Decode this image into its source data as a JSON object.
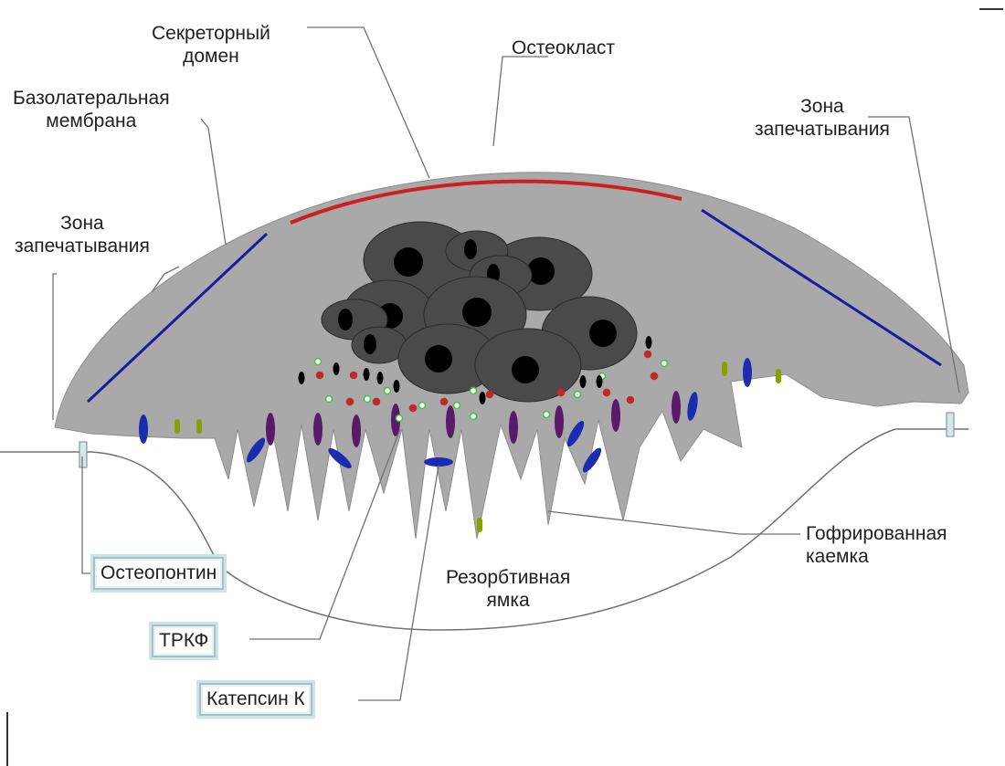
{
  "labels": {
    "secretory_domain": "Секреторный\nдомен",
    "osteoclast": "Остеокласт",
    "basolateral_membrane": "Базолатеральная\nмембрана",
    "sealing_zone_left": "Зона\nзапечатывания",
    "sealing_zone_right": "Зона\nзапечатывания",
    "ruffled_border": "Гофрированная\nкаемка",
    "resorption_pit": "Резорбтивная\nямка"
  },
  "boxed_labels": {
    "osteopontin": "Остеопонтин",
    "trap": "ТРКФ",
    "cathepsin_k": "Катепсин К"
  },
  "colors": {
    "cell_body": "#a9a9a9",
    "nucleus": "#4a4a4a",
    "nucleolus": "#000000",
    "secretory_domain_line": "#cc1f1f",
    "basolateral_line": "#1a1aa0",
    "trap_vesicle": "#5a1a6a",
    "cathepsin_vesicle": "#1c2cb0",
    "integrin": "#8aa000",
    "leader_line": "#707070",
    "box_border": "#9ec4c8"
  }
}
